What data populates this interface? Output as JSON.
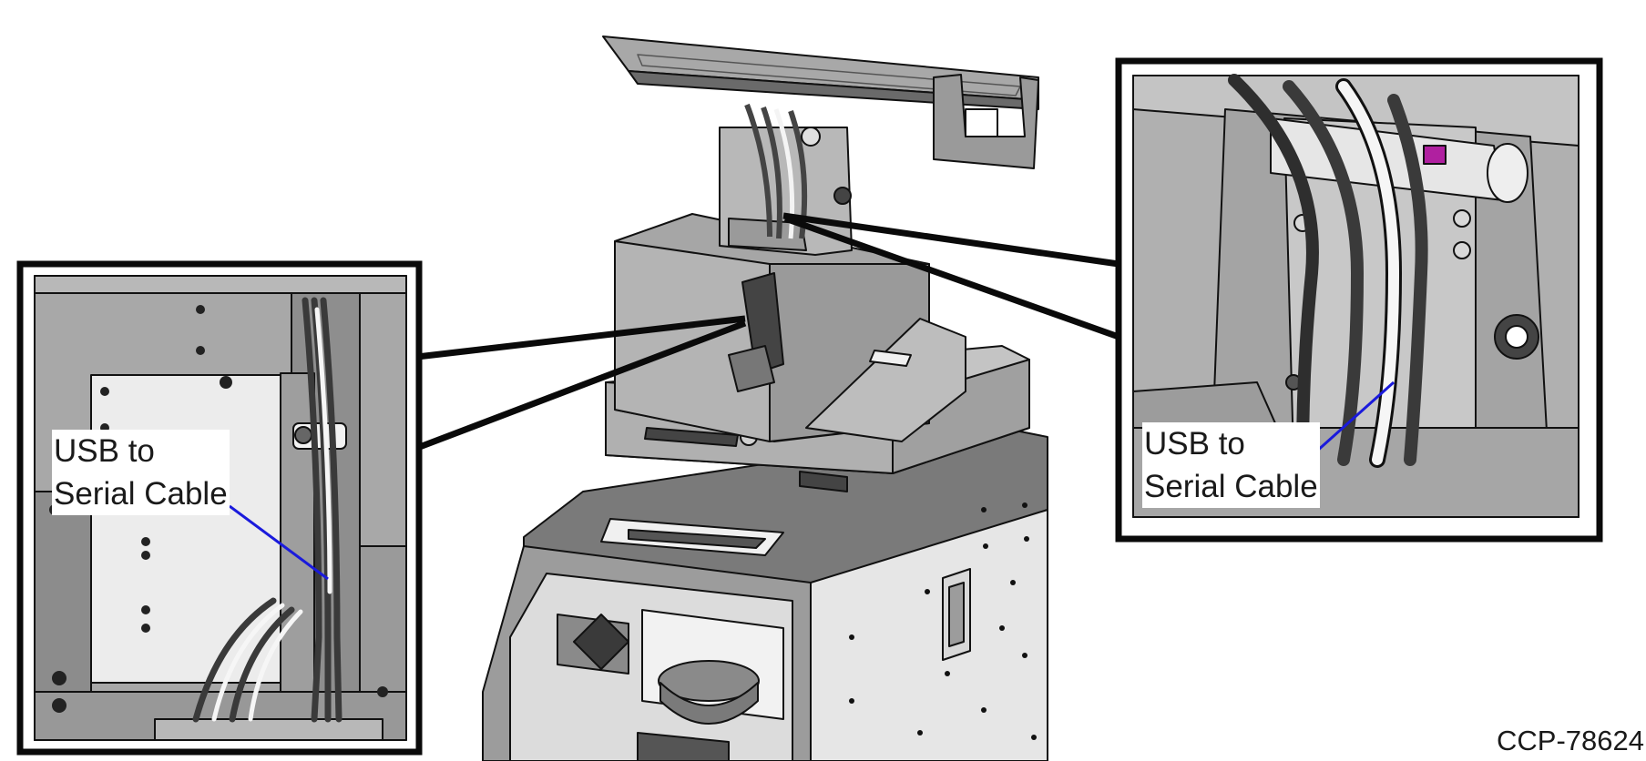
{
  "callouts": {
    "left": {
      "line1": "USB to",
      "line2": "Serial Cable"
    },
    "right": {
      "line1": "USB to",
      "line2": "Serial Cable"
    }
  },
  "figure_id": "CCP-78624",
  "colors": {
    "leader_line": "#1a1adc",
    "metal_dark": "#6e6e6e",
    "metal_mid": "#9a9a9a",
    "metal_light": "#cfcfcf",
    "panel_white": "#e4e4e4",
    "outline": "#111111",
    "accent_magenta": "#b020a0"
  }
}
